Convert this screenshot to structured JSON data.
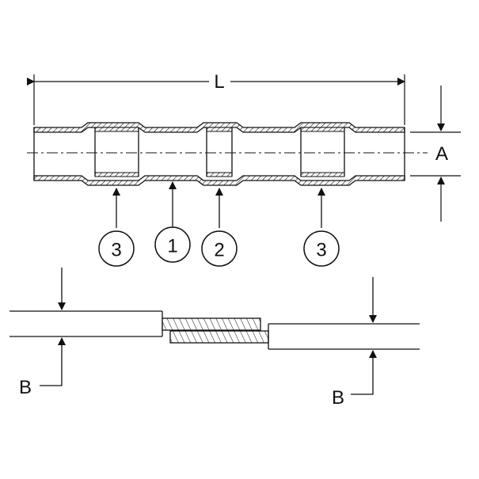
{
  "dimensions": {
    "overall_length": "L",
    "outer_diameter": "A",
    "wire_diameter": "B"
  },
  "callouts": [
    "3",
    "1",
    "2",
    "3"
  ],
  "colors": {
    "line": "#111111",
    "background": "#ffffff"
  }
}
